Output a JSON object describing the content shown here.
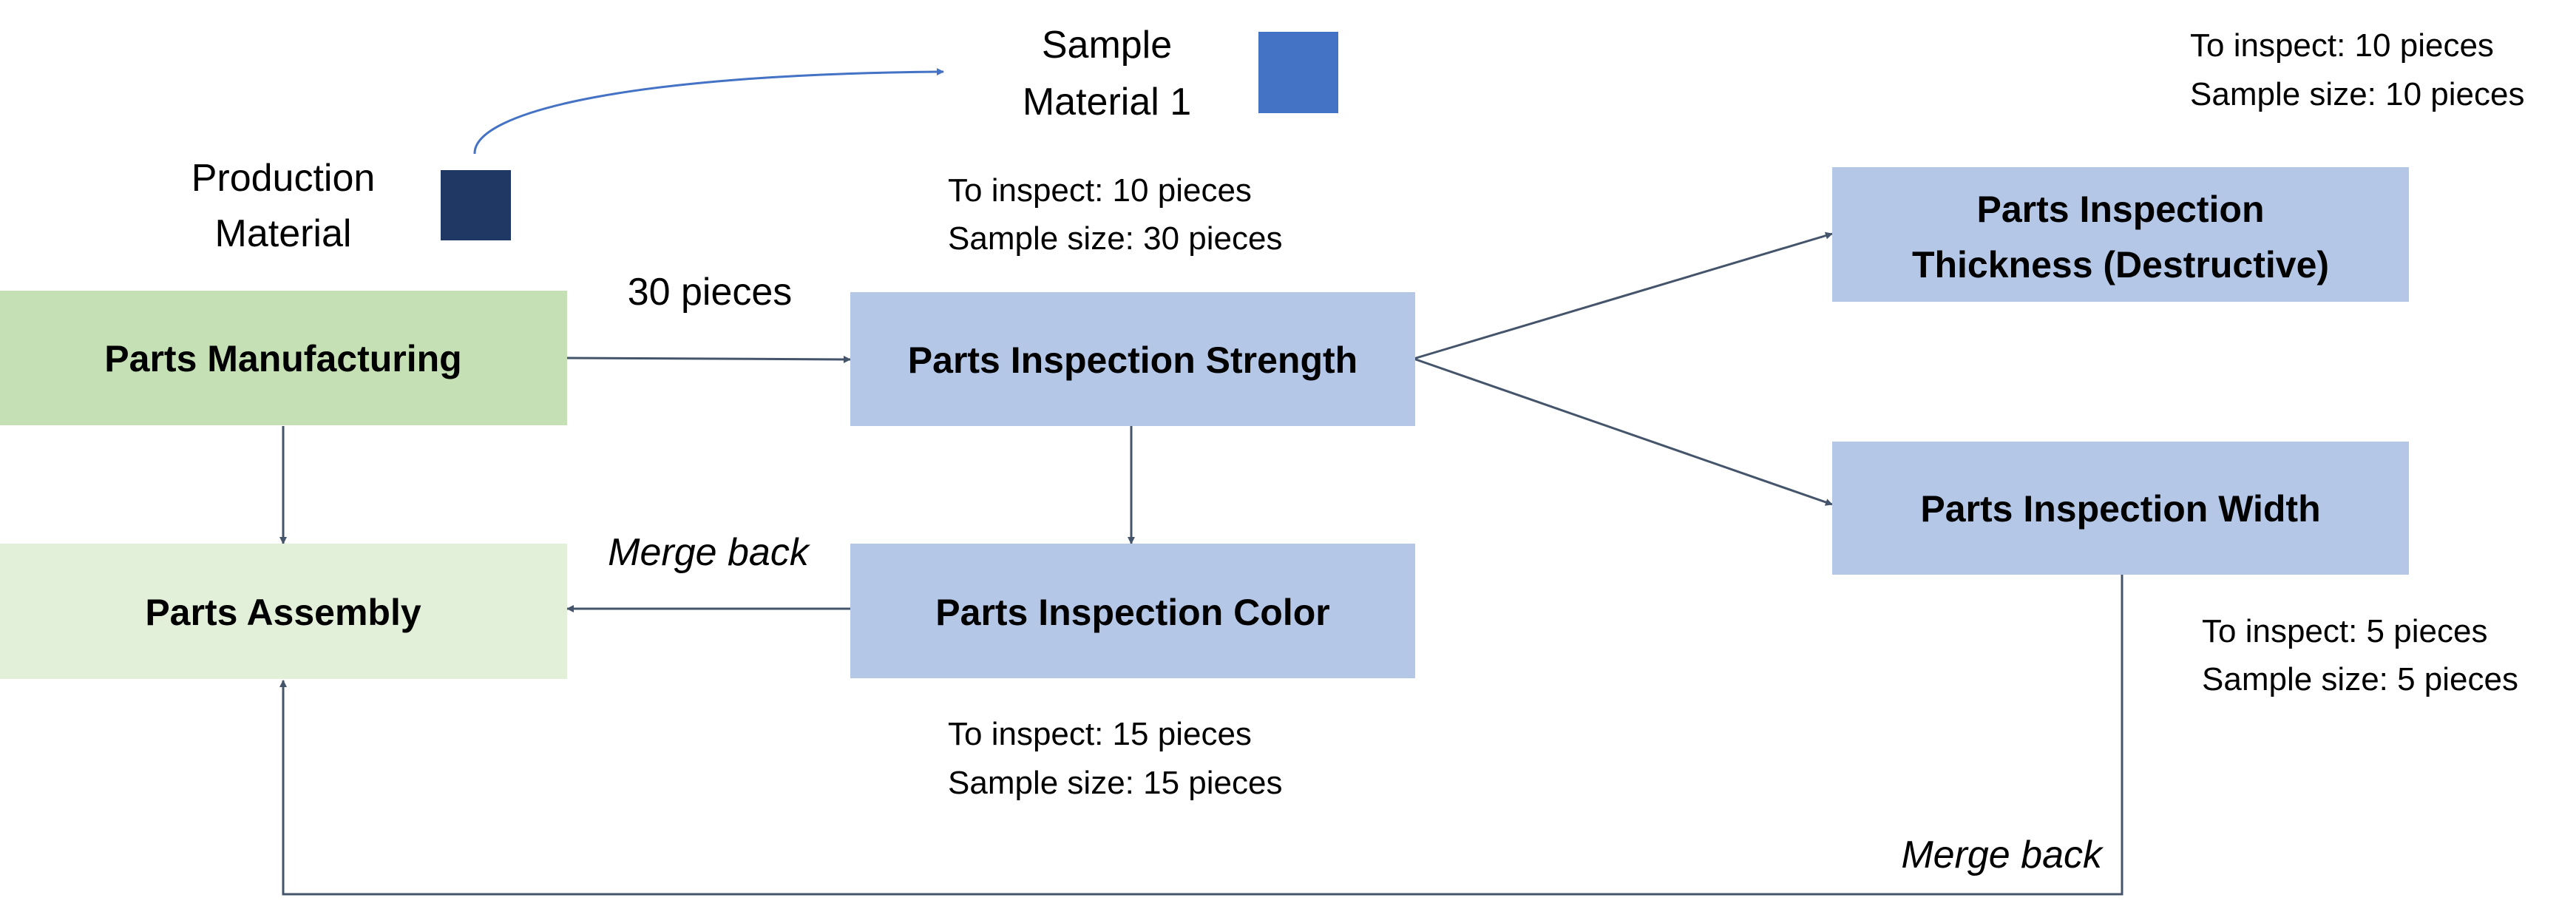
{
  "colors": {
    "manufacturing_fill": "#C5E0B4",
    "assembly_fill": "#E2F0D9",
    "inspection_fill": "#B4C7E7",
    "production_material_swatch": "#203864",
    "sample_material_swatch": "#4472C4",
    "connector": "#44546A",
    "sample_connector": "#4472C4",
    "text": "#000000"
  },
  "materials": {
    "production": {
      "label_lines": [
        "Production",
        "Material"
      ],
      "icon": "material-swatch-dark"
    },
    "sample": {
      "label_lines": [
        "Sample",
        "Material 1"
      ],
      "icon": "material-swatch-blue"
    }
  },
  "nodes": {
    "manufacturing": {
      "label_lines": [
        "Parts Manufacturing"
      ]
    },
    "assembly": {
      "label_lines": [
        "Parts Assembly"
      ]
    },
    "strength": {
      "label_lines": [
        "Parts Inspection Strength"
      ]
    },
    "color": {
      "label_lines": [
        "Parts Inspection Color"
      ]
    },
    "thickness": {
      "label_lines": [
        "Parts Inspection",
        "Thickness (Destructive)"
      ]
    },
    "width": {
      "label_lines": [
        "Parts Inspection Width"
      ]
    }
  },
  "notes": {
    "strength": {
      "to_inspect": "To inspect: 10 pieces",
      "sample_size": "Sample size: 30 pieces"
    },
    "thickness": {
      "to_inspect": "To inspect: 10 pieces",
      "sample_size": "Sample size: 10 pieces"
    },
    "color": {
      "to_inspect": "To inspect: 15 pieces",
      "sample_size": "Sample size: 15 pieces"
    },
    "width": {
      "to_inspect": "To inspect: 5 pieces",
      "sample_size": "Sample size: 5 pieces"
    }
  },
  "edges": {
    "manufacturing_to_strength": {
      "label": "30 pieces"
    },
    "color_to_assembly": {
      "label": "Merge back"
    },
    "width_to_assembly": {
      "label": "Merge back"
    }
  }
}
